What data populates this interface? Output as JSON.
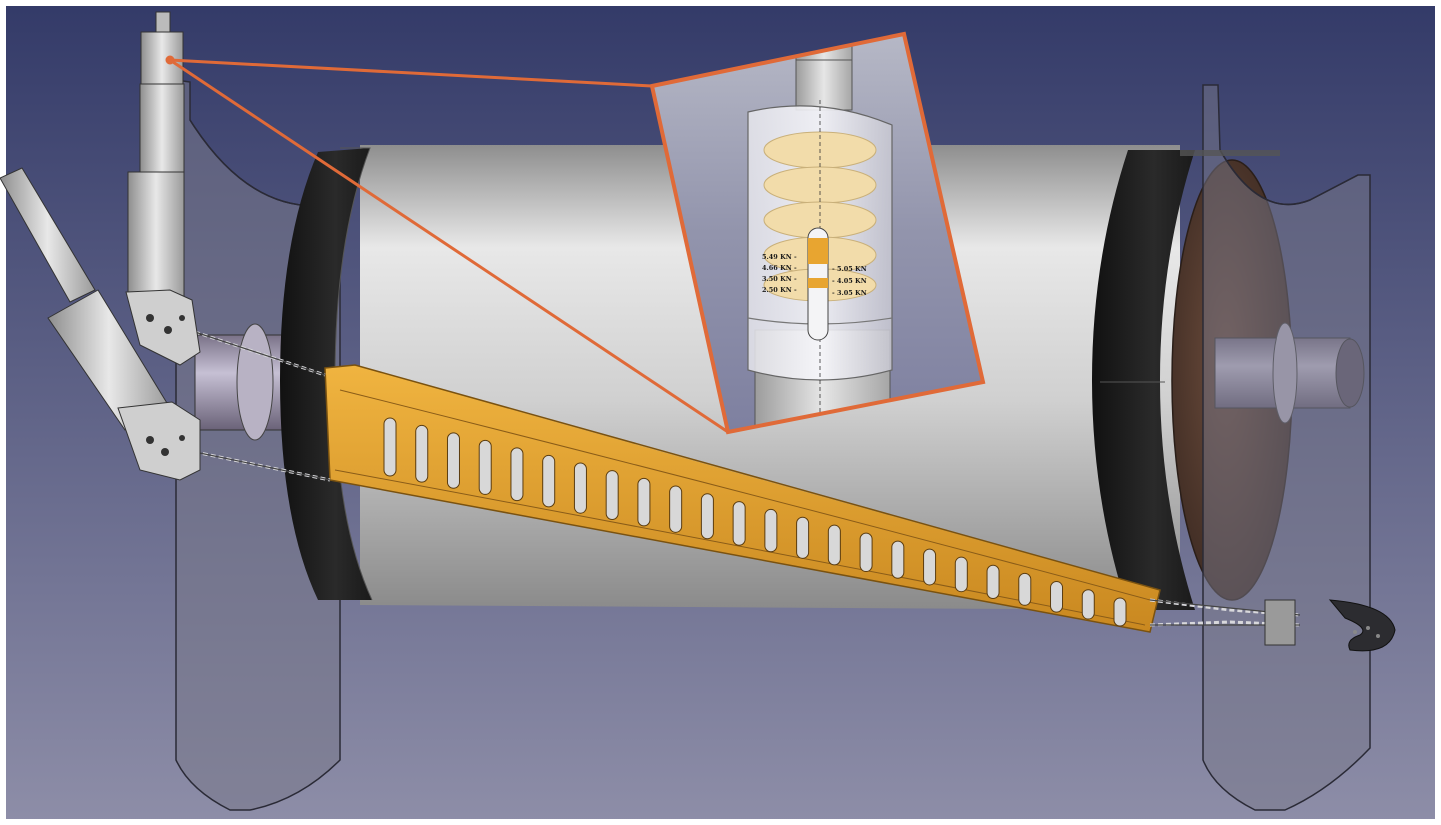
{
  "gauge": {
    "left_labels": [
      "5.49 KN",
      "4.66 KN",
      "3.50 KN",
      "2.50 KN"
    ],
    "right_labels": [
      "5.05 KN",
      "4.05 KN",
      "3.05 KN"
    ]
  },
  "colors": {
    "background_top": "#333a68",
    "background_bottom": "#8e8ea8",
    "drum_body": "#d4d4d4",
    "drum_rim": "#1c1c1c",
    "drum_end_face": "#5a4032",
    "strap": "#e8a530",
    "callout": "#e06a38",
    "spring_coil": "#f2dcaa",
    "frame_plate": "rgba(125,125,140,0.6)"
  }
}
